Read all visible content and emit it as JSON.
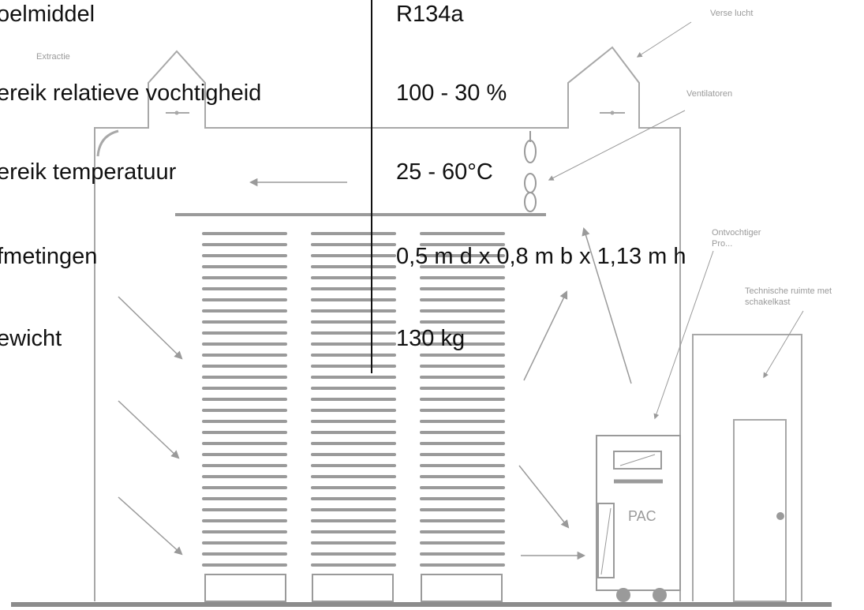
{
  "diagram": {
    "labels": {
      "extraction": "Extractie",
      "fresh_air": "Verse lucht",
      "fans": "Ventilatoren",
      "dehumidifier": "Ontvochtiger",
      "dehumidifier_partial": "Pro...",
      "technical_room_line1": "Technische ruimte met",
      "technical_room_line2": "schakelkast",
      "pac": "PAC"
    }
  },
  "specs": [
    {
      "label": "oelmiddel",
      "value": "R134a"
    },
    {
      "label": "ereik relatieve vochtigheid",
      "value": "100 - 30 %"
    },
    {
      "label": "ereik temperatuur",
      "value": "25 - 60°C"
    },
    {
      "label": "fmetingen",
      "value": "0,5 m d x 0,8 m b x 1,13 m h"
    },
    {
      "label": "ewicht",
      "value": "130 kg"
    }
  ]
}
